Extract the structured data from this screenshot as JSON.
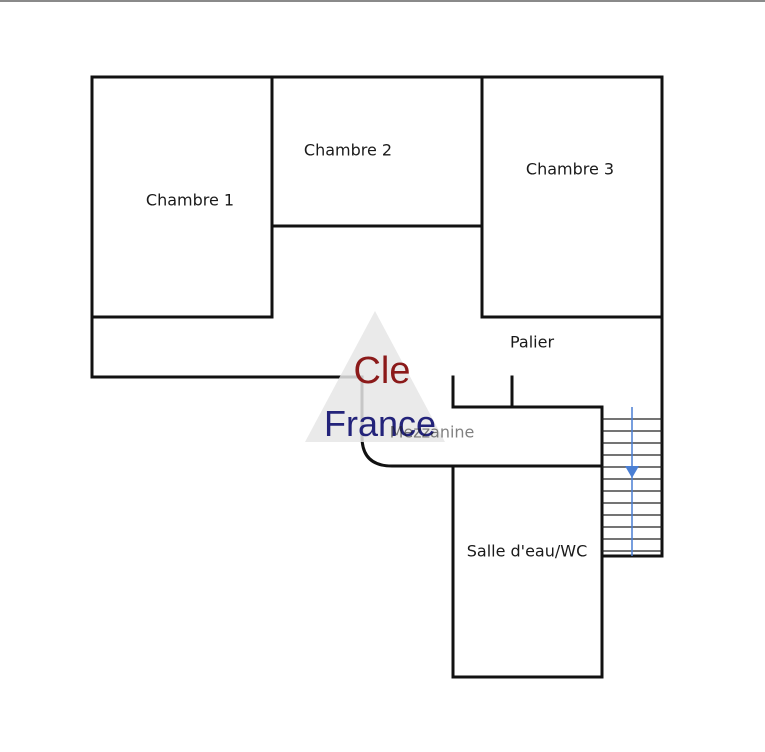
{
  "rooms": {
    "chambre1": "Chambre 1",
    "chambre2": "Chambre 2",
    "chambre3": "Chambre 3",
    "palier": "Palier",
    "mezzanine": "Mezzanine",
    "salle_eau": "Salle d'eau/WC"
  },
  "watermark": {
    "line1": "Cle",
    "line2": "France"
  },
  "colors": {
    "walls": "#111111",
    "watermark_cle": "#8b1a1a",
    "watermark_france": "#23237a",
    "stair_arrow": "#4a7fd4"
  },
  "icons": {
    "stair_direction": "arrow-down-icon"
  }
}
